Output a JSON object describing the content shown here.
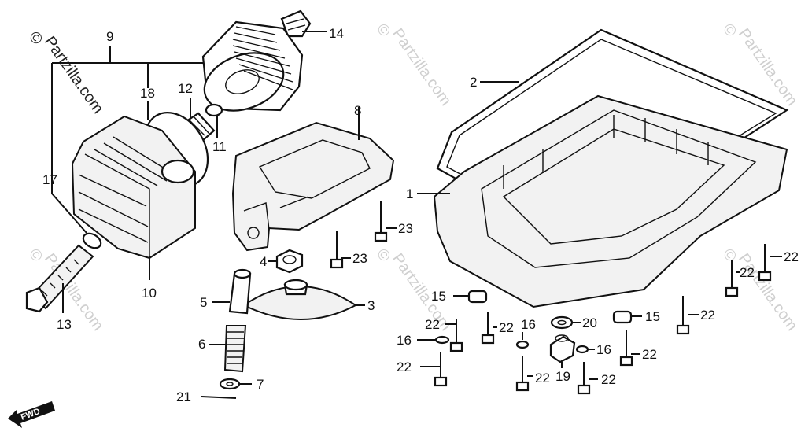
{
  "watermark": {
    "symbol": "©",
    "text": "Partzilla.com"
  },
  "direction_marker": {
    "text": "FWD"
  },
  "callouts": [
    {
      "id": "c1",
      "text": "1"
    },
    {
      "id": "c2",
      "text": "2"
    },
    {
      "id": "c3",
      "text": "3"
    },
    {
      "id": "c4",
      "text": "4"
    },
    {
      "id": "c5",
      "text": "5"
    },
    {
      "id": "c6",
      "text": "6"
    },
    {
      "id": "c7",
      "text": "7"
    },
    {
      "id": "c8",
      "text": "8"
    },
    {
      "id": "c9",
      "text": "9"
    },
    {
      "id": "c10",
      "text": "10"
    },
    {
      "id": "c11",
      "text": "11"
    },
    {
      "id": "c12",
      "text": "12"
    },
    {
      "id": "c13",
      "text": "13"
    },
    {
      "id": "c14",
      "text": "14"
    },
    {
      "id": "c15a",
      "text": "15"
    },
    {
      "id": "c15b",
      "text": "15"
    },
    {
      "id": "c16a",
      "text": "16"
    },
    {
      "id": "c16b",
      "text": "16"
    },
    {
      "id": "c16c",
      "text": "16"
    },
    {
      "id": "c17",
      "text": "17"
    },
    {
      "id": "c18",
      "text": "18"
    },
    {
      "id": "c19",
      "text": "19"
    },
    {
      "id": "c20",
      "text": "20"
    },
    {
      "id": "c21",
      "text": "21"
    },
    {
      "id": "c22a",
      "text": "22"
    },
    {
      "id": "c22b",
      "text": "22"
    },
    {
      "id": "c22c",
      "text": "22"
    },
    {
      "id": "c22d",
      "text": "22"
    },
    {
      "id": "c22e",
      "text": "22"
    },
    {
      "id": "c22f",
      "text": "22"
    },
    {
      "id": "c22g",
      "text": "22"
    },
    {
      "id": "c22h",
      "text": "22"
    },
    {
      "id": "c22i",
      "text": "22"
    },
    {
      "id": "c22j",
      "text": "22"
    },
    {
      "id": "c23a",
      "text": "23"
    },
    {
      "id": "c23b",
      "text": "23"
    }
  ]
}
